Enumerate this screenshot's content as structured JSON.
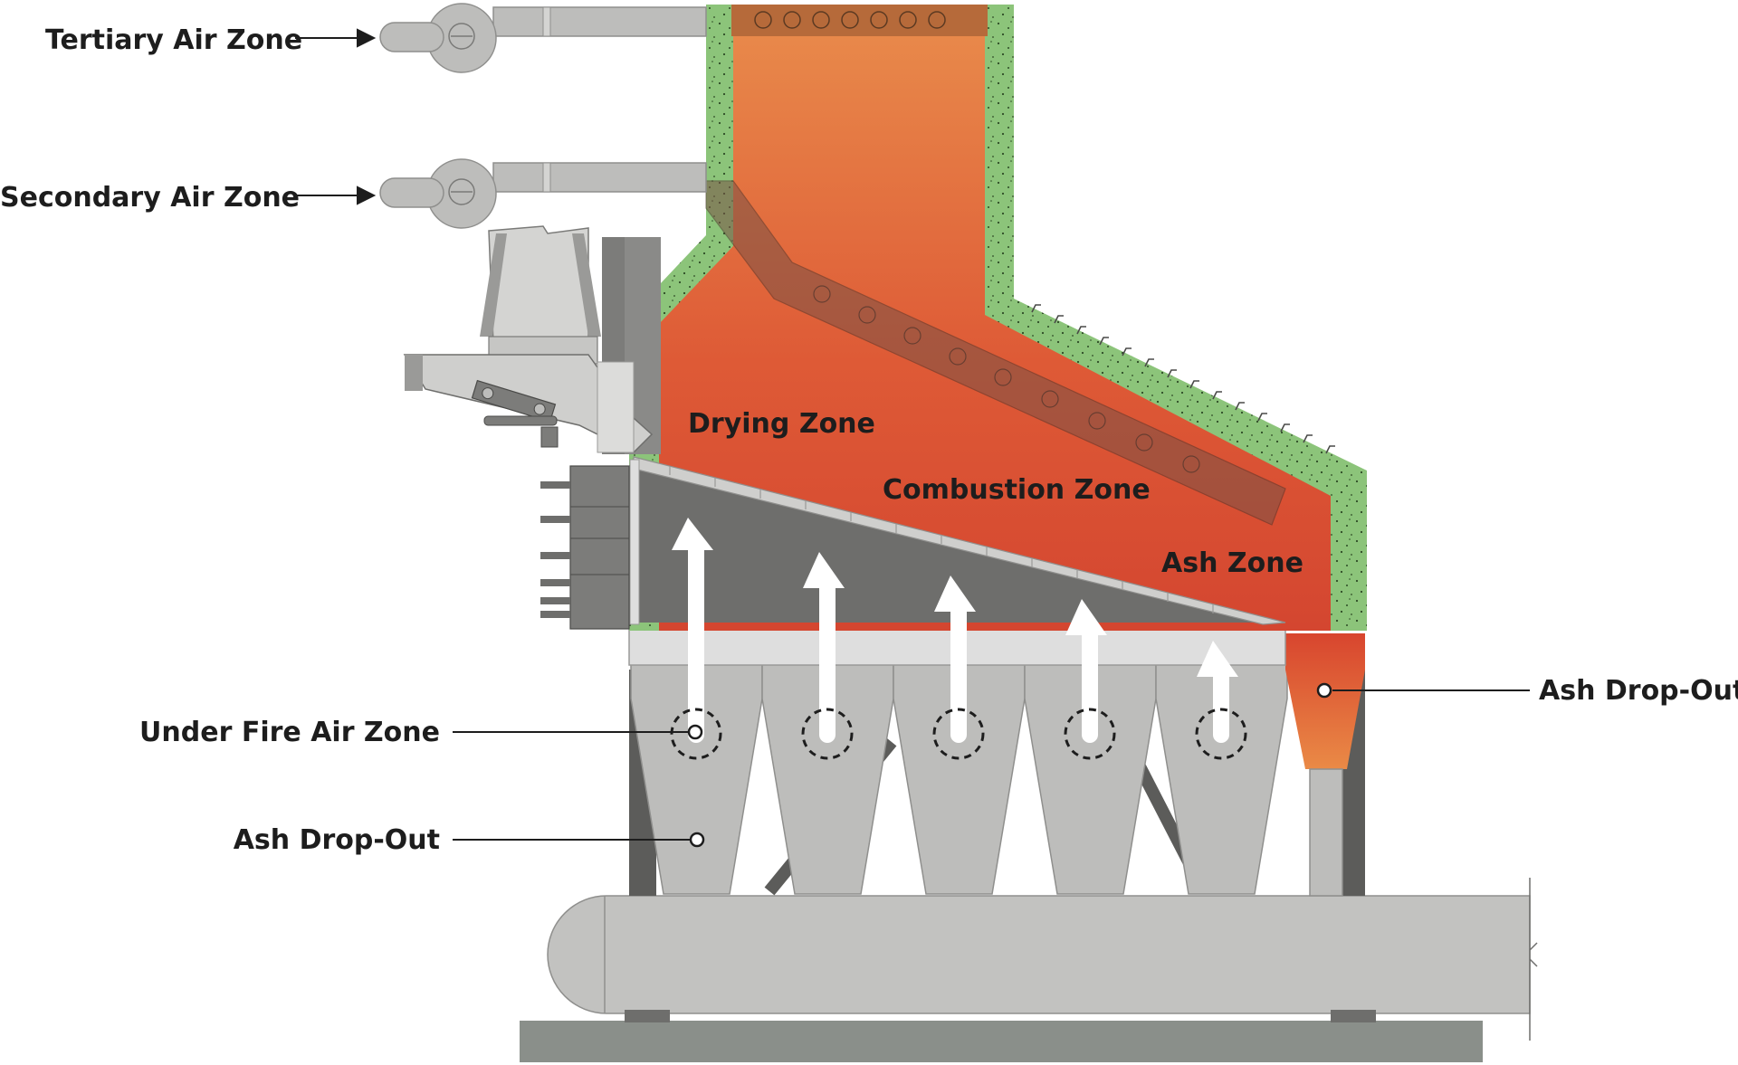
{
  "labels": {
    "tertiary_air": "Tertiary Air Zone",
    "secondary_air": "Secondary Air Zone",
    "under_fire_air": "Under Fire Air Zone",
    "ash_drop_out_left": "Ash Drop-Out",
    "ash_drop_out_right": "Ash Drop-Out"
  },
  "zones": {
    "drying": "Drying Zone",
    "combustion": "Combustion Zone",
    "ash": "Ash Zone"
  },
  "colors": {
    "refractory_green": "#8cc47a",
    "flame_top": "#e88a48",
    "flame_bottom": "#d64a30",
    "steel_gray": "#bdbdbb",
    "dark_gray": "#6e6e6c",
    "air_arrow": "#ffffff"
  }
}
